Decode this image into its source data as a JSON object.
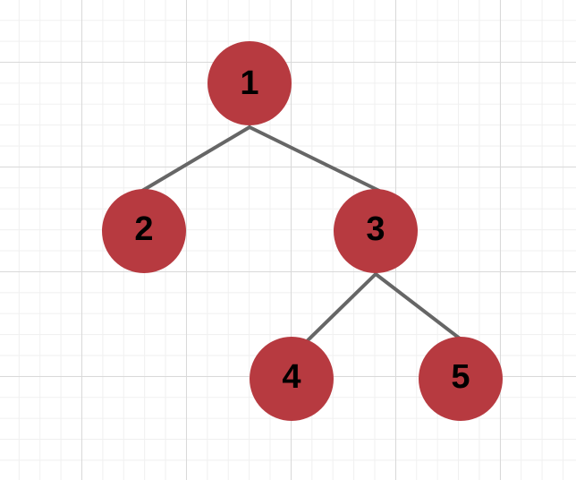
{
  "colors": {
    "node_fill": "#b73a40",
    "edge": "#666666",
    "label": "#000000"
  },
  "tree": {
    "nodes": [
      {
        "id": "1",
        "label": "1"
      },
      {
        "id": "2",
        "label": "2"
      },
      {
        "id": "3",
        "label": "3"
      },
      {
        "id": "4",
        "label": "4"
      },
      {
        "id": "5",
        "label": "5"
      }
    ],
    "edges": [
      {
        "from": "1",
        "to": "2"
      },
      {
        "from": "1",
        "to": "3"
      },
      {
        "from": "3",
        "to": "4"
      },
      {
        "from": "3",
        "to": "5"
      }
    ]
  }
}
